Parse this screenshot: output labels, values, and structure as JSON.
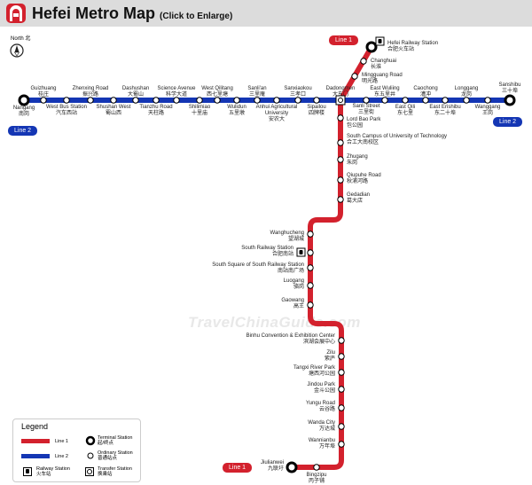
{
  "header": {
    "title": "Hefei Metro Map",
    "subtitle": "(Click to Enlarge)"
  },
  "compass": {
    "label": "North 北"
  },
  "colors": {
    "line1": "#d3212d",
    "line2": "#1436b4",
    "header_bg": "#dcdcdc"
  },
  "badges": {
    "line1_top": "Line 1",
    "line1_bottom": "Line 1",
    "line2_left": "Line 2",
    "line2_right": "Line 2"
  },
  "watermark": "TravelChinaGuide.com",
  "line2": {
    "stations": [
      {
        "en": "Nangang",
        "cn": "南岗",
        "type": "terminal"
      },
      {
        "en": "Guizhuang",
        "cn": "桂庄"
      },
      {
        "en": "West Bus Station",
        "cn": "汽车西站"
      },
      {
        "en": "Zhenxing Road",
        "cn": "振兴路"
      },
      {
        "en": "Shushan West",
        "cn": "蜀山西"
      },
      {
        "en": "Dashushan",
        "cn": "大蜀山"
      },
      {
        "en": "Tianzhu Road",
        "cn": "天柱路"
      },
      {
        "en": "Science Avenue",
        "cn": "科学大道"
      },
      {
        "en": "Shilimiao",
        "cn": "十里庙"
      },
      {
        "en": "West Qilitang",
        "cn": "西七里塘"
      },
      {
        "en": "Wulidun",
        "cn": "五里墩"
      },
      {
        "en": "Sanli'an",
        "cn": "三里庵"
      },
      {
        "en": "Anhui Agricultural University",
        "cn": "安农大"
      },
      {
        "en": "Sanxiaokou",
        "cn": "三孝口"
      },
      {
        "en": "Sipailou",
        "cn": "四牌楼"
      },
      {
        "en": "Dadongmen",
        "cn": "大东门",
        "type": "transfer"
      },
      {
        "en": "Sanli Street",
        "cn": "三里街"
      },
      {
        "en": "East Wuliing",
        "cn": "东五里井"
      },
      {
        "en": "East Qili",
        "cn": "东七里"
      },
      {
        "en": "Caochong",
        "cn": "漕冲"
      },
      {
        "en": "East Erishibu",
        "cn": "东二十埠"
      },
      {
        "en": "Longgang",
        "cn": "龙岗"
      },
      {
        "en": "Wanggang",
        "cn": "王岗"
      },
      {
        "en": "Sanshibu",
        "cn": "三十埠",
        "type": "terminal"
      }
    ]
  },
  "line1": {
    "stations": [
      {
        "en": "Hefei Railway Station",
        "cn": "合肥火车站",
        "type": "terminal",
        "railway": true
      },
      {
        "en": "Changhuai",
        "cn": "长淮"
      },
      {
        "en": "Mingguang Road",
        "cn": "明光路"
      },
      {
        "en": "Lord Bao Park",
        "cn": "包公园"
      },
      {
        "en": "South Campus of University of Technology",
        "cn": "合工大南校区"
      },
      {
        "en": "Zhugang",
        "cn": "朱岗"
      },
      {
        "en": "Qiupuhe Road",
        "cn": "秋浦河路"
      },
      {
        "en": "Gedadian",
        "cn": "葛大店"
      },
      {
        "en": "Wanghucheng",
        "cn": "望湖城"
      },
      {
        "en": "South Railway Station",
        "cn": "合肥南站",
        "railway": true
      },
      {
        "en": "South Square of South Railway Station",
        "cn": "南站南广场"
      },
      {
        "en": "Luogang",
        "cn": "骆岗"
      },
      {
        "en": "Gaowang",
        "cn": "高王"
      },
      {
        "en": "Binhu Convention & Exhibition Center",
        "cn": "滨湖会展中心"
      },
      {
        "en": "Zilu",
        "cn": "紫庐"
      },
      {
        "en": "Tangxi River Park",
        "cn": "塘西河公园"
      },
      {
        "en": "Jindou Park",
        "cn": "金斗公园"
      },
      {
        "en": "Yungu Road",
        "cn": "云谷路"
      },
      {
        "en": "Wanda City",
        "cn": "万达城"
      },
      {
        "en": "Wannianbu",
        "cn": "万年埠"
      },
      {
        "en": "Bingzipu",
        "cn": "丙子铺"
      },
      {
        "en": "Jiulianwei",
        "cn": "九联圩",
        "type": "terminal"
      }
    ]
  },
  "legend": {
    "title": "Legend",
    "line1": "Line 1",
    "line2": "Line 2",
    "terminal_en": "Terminal Station",
    "terminal_cn": "起/终点",
    "ordinary_en": "Ordinary Station",
    "ordinary_cn": "普通站点",
    "railway_en": "Railway Station",
    "railway_cn": "火车站",
    "transfer_en": "Transfer Station",
    "transfer_cn": "换乘站"
  }
}
